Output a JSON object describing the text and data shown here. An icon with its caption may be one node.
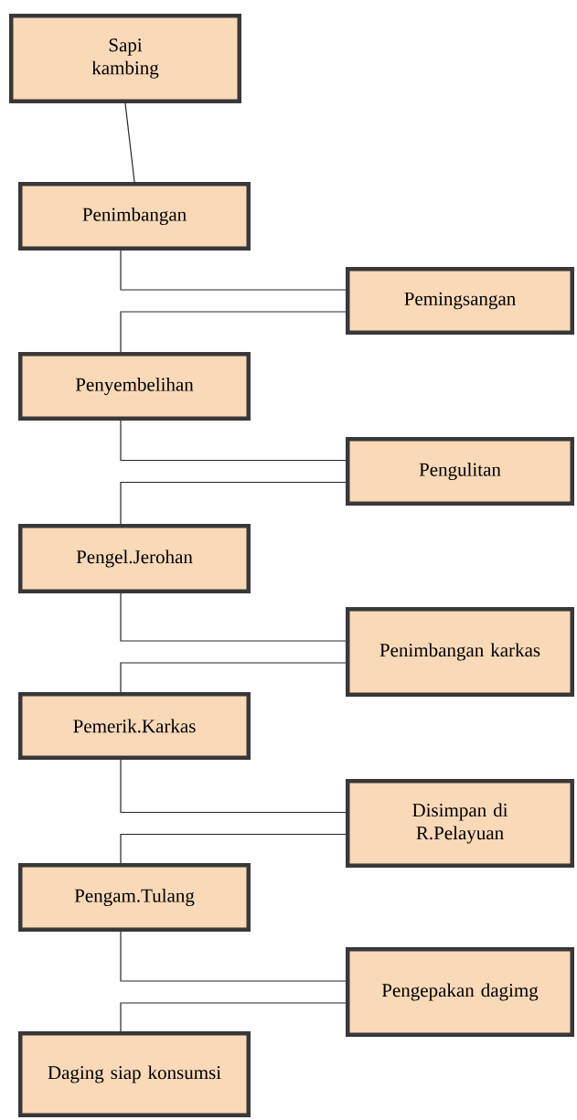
{
  "diagram": {
    "nodes": [
      {
        "text": [
          "Sapi kambing"
        ]
      },
      {
        "text": [
          "Penimbangan"
        ]
      },
      {
        "text": [
          "Pemingsangan"
        ]
      },
      {
        "text": [
          "Penyembelihan"
        ]
      },
      {
        "text": [
          "Pengulitan"
        ]
      },
      {
        "text": [
          "Pengel.Jerohan"
        ]
      },
      {
        "text": [
          "Penimbangan karkas"
        ]
      },
      {
        "text": [
          "Pemerik.Karkas"
        ]
      },
      {
        "text": [
          "Disimpan di R.Pelayuan"
        ]
      },
      {
        "text": [
          "Pengam.Tulang"
        ]
      },
      {
        "text": [
          "Pengepakan dagimg"
        ]
      },
      {
        "text": [
          "Daging siap konsumsi"
        ]
      }
    ],
    "edges": [
      {
        "from": 0,
        "to": 1,
        "arrow": "none"
      },
      {
        "from": 1,
        "to": 2,
        "arrow": "none"
      },
      {
        "from": 2,
        "to": 3,
        "arrow": "none"
      },
      {
        "from": 3,
        "to": 4,
        "arrow": "none"
      },
      {
        "from": 4,
        "to": 5,
        "arrow": "none"
      },
      {
        "from": 5,
        "to": 6,
        "arrow": "none"
      },
      {
        "from": 6,
        "to": 7,
        "arrow": "none"
      },
      {
        "from": 7,
        "to": 8,
        "arrow": "none"
      },
      {
        "from": 8,
        "to": 9,
        "arrow": "none"
      },
      {
        "from": 9,
        "to": 10,
        "arrow": "none"
      },
      {
        "from": 10,
        "to": 11,
        "arrow": "none"
      }
    ]
  }
}
